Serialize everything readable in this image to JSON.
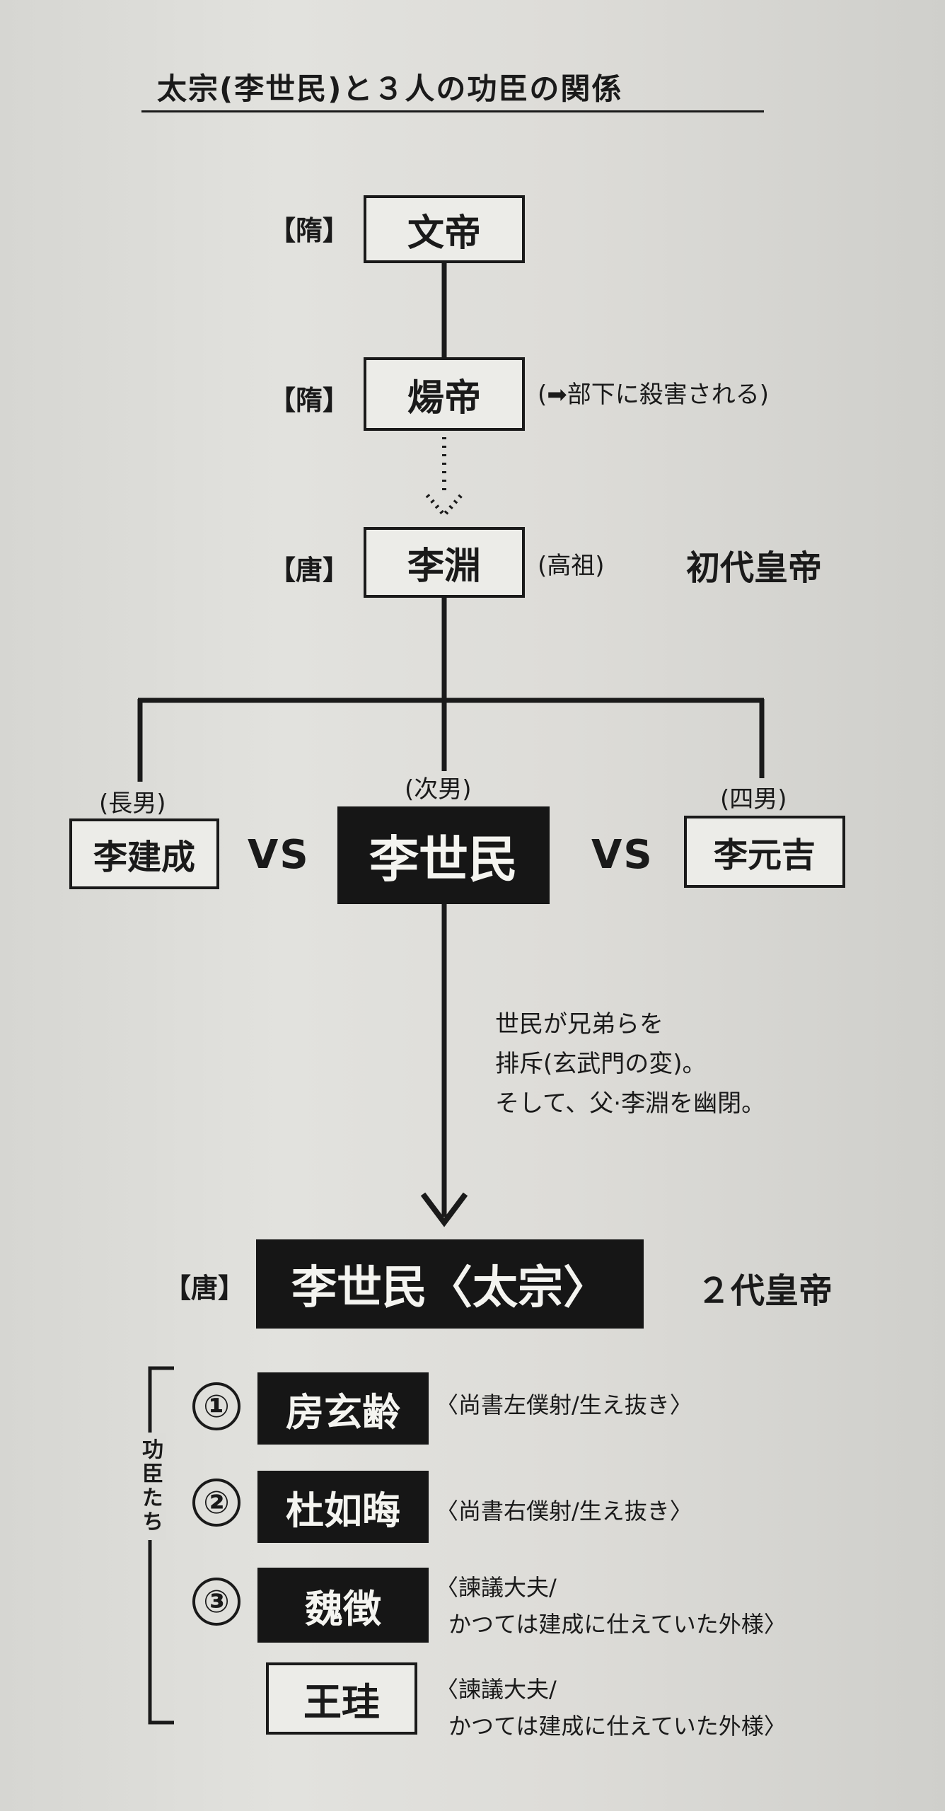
{
  "title": "太宗(李世民)と３人の功臣の関係",
  "sui_label": "【隋】",
  "tang_label": "【唐】",
  "wendi": "文帝",
  "yangdi": "煬帝",
  "yangdi_note": "(➡部下に殺害される)",
  "liyuan": "李淵",
  "liyuan_note": "(高祖)",
  "first_emperor": "初代皇帝",
  "sons": {
    "eldest_tag": "(長男)",
    "eldest": "李建成",
    "second_tag": "(次男)",
    "second": "李世民",
    "fourth_tag": "(四男)",
    "fourth": "李元吉",
    "vs": "VS"
  },
  "event_note": [
    "世民が兄弟らを",
    "排斥(玄武門の変)。",
    "そして、父·李淵を幽閉。"
  ],
  "taizong": "李世民〈太宗〉",
  "second_emperor": "２代皇帝",
  "vassals_label": "功臣たち",
  "vassals": [
    {
      "num": "①",
      "name": "房玄齢",
      "role": [
        "〈尚書左僕射/生え抜き〉"
      ]
    },
    {
      "num": "②",
      "name": "杜如晦",
      "role": [
        "〈尚書右僕射/生え抜き〉"
      ]
    },
    {
      "num": "③",
      "name": "魏徴",
      "role": [
        "〈諫議大夫/",
        "かつては建成に仕えていた外様〉"
      ]
    },
    {
      "num": "",
      "name": "王珪",
      "role": [
        "〈諫議大夫/",
        "かつては建成に仕えていた外様〉"
      ]
    }
  ]
}
